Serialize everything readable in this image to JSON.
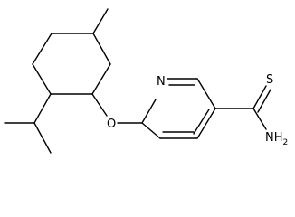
{
  "structure": {
    "atoms": {
      "oxygen": "O",
      "nitrogen": "N",
      "sulfur": "S",
      "amine_n": "N",
      "amine_h": "H",
      "amine_sub": "2"
    }
  },
  "colors": {
    "bond": "#000000",
    "label": "#000000",
    "background": "#ffffff"
  }
}
